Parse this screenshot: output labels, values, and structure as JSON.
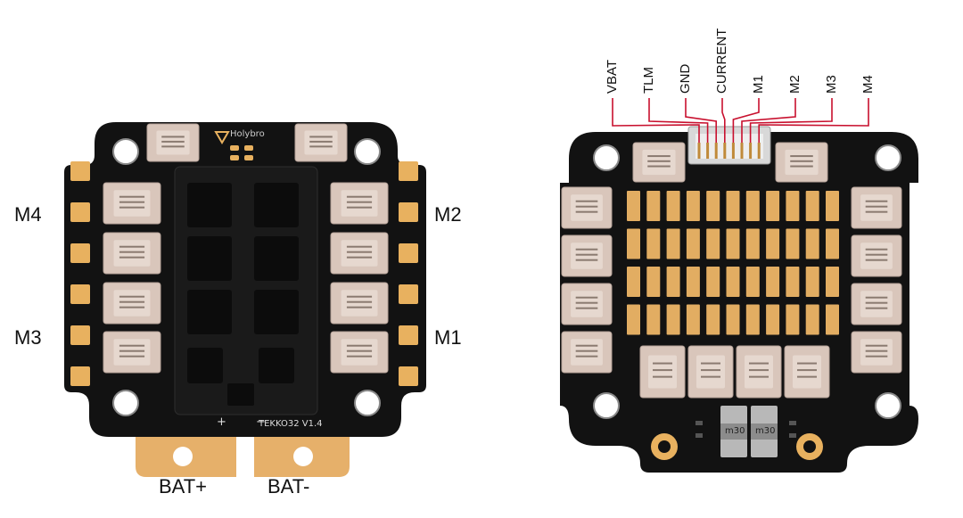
{
  "labels": {
    "motor_left_top": "M4",
    "motor_left_bottom": "M3",
    "motor_right_top": "M2",
    "motor_right_bottom": "M1",
    "bat_plus": "BAT+",
    "bat_minus": "BAT-"
  },
  "connector_pins": [
    "VBAT",
    "TLM",
    "GND",
    "CURRENT",
    "M1",
    "M2",
    "M3",
    "M4"
  ],
  "silkscreen": {
    "board_name": "TEKKO32 V1.4",
    "logo": "Holybro",
    "plus": "+",
    "minus": "−",
    "shunt_left": "m30",
    "shunt_right": "m30"
  },
  "colors": {
    "board": "#121212",
    "gold": "#e8b15f",
    "copper_trace": "#c8102e",
    "chip": "#1d1d1d",
    "mosfet": "#d9c6bb"
  }
}
